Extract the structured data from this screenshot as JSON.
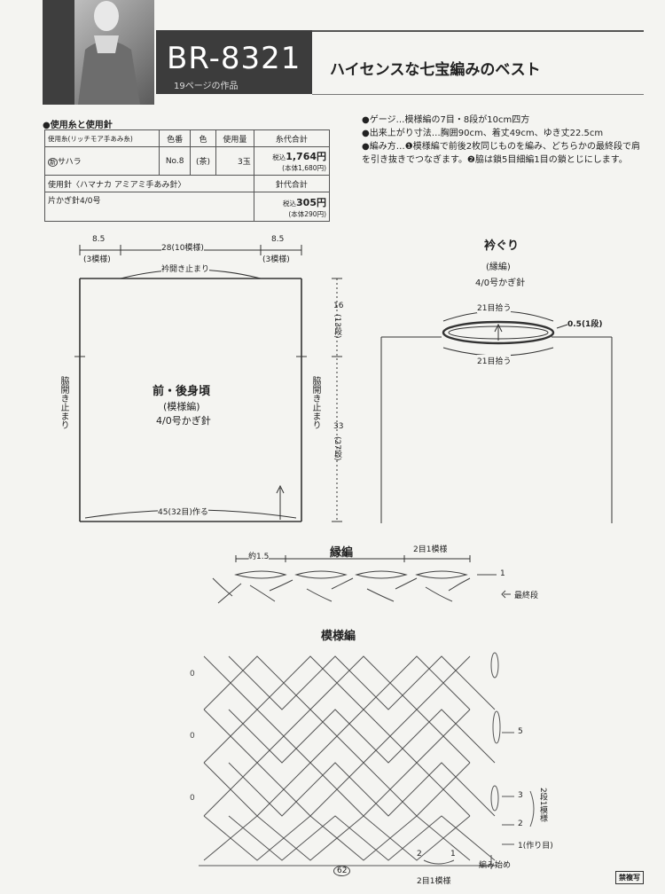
{
  "header": {
    "code": "BR-8321",
    "subtitle": "19ページの作品",
    "title": "ハイセンスな七宝編みのベスト"
  },
  "materials": {
    "section_label": "●使用糸と使用針",
    "yarn_header": [
      "使用糸(リッチモア手あみ糸)",
      "色番",
      "色",
      "使用量",
      "糸代合計"
    ],
    "yarn_row": {
      "badge": "新",
      "name": "サハラ",
      "color_no": "No.8",
      "color": "(茶)",
      "amount": "3玉",
      "price_prefix": "税込",
      "price": "1,764円",
      "price_note": "(本体1,680円)"
    },
    "needle_header": [
      "使用針〈ハマナカ アミアミ手あみ針〉",
      "針代合計"
    ],
    "needle_row": {
      "name": "片かぎ針4/0号",
      "price_prefix": "税込",
      "price": "305円",
      "price_note": "(本体290円)"
    }
  },
  "notes": [
    "●ゲージ…模様編の7目・8段が10cm四方",
    "●出来上がり寸法…胸囲90cm、着丈49cm、ゆき丈22.5cm",
    "●編み方…❶模様編で前後2枚同じものを編み、どちらかの最終段で肩を引き抜きでつなぎます。❷脇は鎖5目細編1目の鎖とじにします。"
  ],
  "body_diagram": {
    "top_left": "8.5",
    "top_left_sub": "(3模様)",
    "top_center": "28(10模様)",
    "top_right": "8.5",
    "top_right_sub": "(3模様)",
    "neck_label": "衿開き止まり",
    "left_side": "脇開き止まり",
    "right_side": "脇開き止まり",
    "dim_top": "16",
    "dim_top_sub": "(13段)",
    "dim_bottom": "33",
    "dim_bottom_sub": "(27段)",
    "piece_title": "前・後身頃",
    "piece_pattern": "(模様編)",
    "piece_hook": "4/0号かぎ針",
    "bottom": "45(32目)作る"
  },
  "collar": {
    "title": "衿ぐり",
    "pattern": "(縁編)",
    "hook": "4/0号かぎ針",
    "pick_top": "21目拾う",
    "pick_bottom": "21目拾う",
    "width": "0.5(1段)"
  },
  "edging": {
    "title": "縁編",
    "approx": "約1.5",
    "repeat": "2目1模様",
    "row1": "1",
    "last_row": "最終段"
  },
  "pattern_chart": {
    "title": "模様編",
    "row5": "5",
    "row3": "3",
    "row2": "2",
    "row1": "1(作り目)",
    "two_rows": "2段1模様",
    "start": "編み始め",
    "col2": "2",
    "col1": "1",
    "repeat": "2目1模様"
  },
  "footer": {
    "page": "62",
    "notice": "禁複写"
  }
}
